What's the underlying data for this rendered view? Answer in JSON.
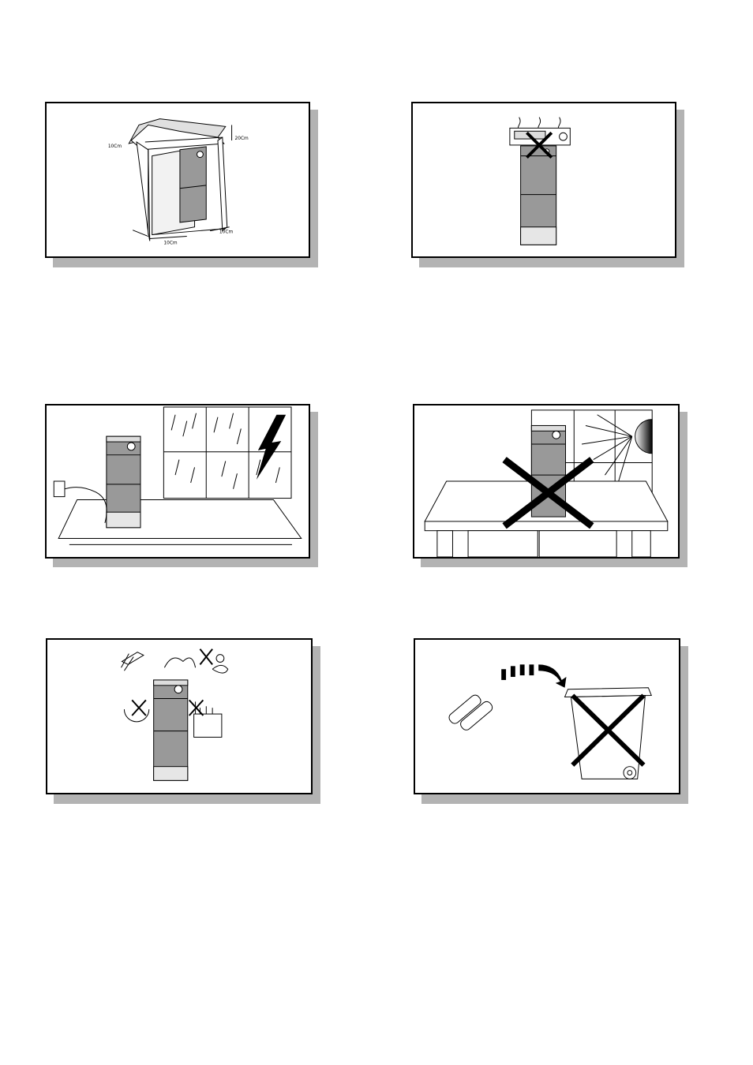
{
  "page": {
    "figures": [
      {
        "id": "ventilation-clearance"
      },
      {
        "id": "no-heat-source-on-top"
      },
      {
        "id": "unplug-during-storm"
      },
      {
        "id": "no-direct-sunlight"
      },
      {
        "id": "avoid-water-magnets-heat"
      },
      {
        "id": "battery-disposal"
      }
    ]
  },
  "clearance_labels": {
    "side": "10Cm",
    "top": "20Cm",
    "bottom_left": "10Cm",
    "bottom_right": "10Cm"
  }
}
